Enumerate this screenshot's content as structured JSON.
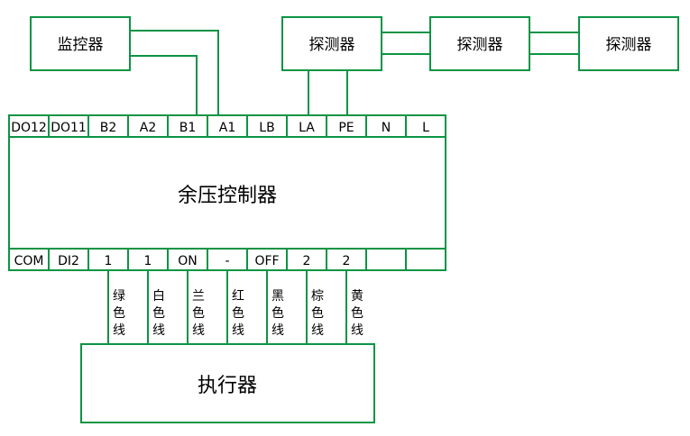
{
  "colors": {
    "line": "#0b9444",
    "text": "#000000"
  },
  "devices": {
    "monitor": "监控器",
    "detector_1": "探测器",
    "detector_2": "探测器",
    "detector_3": "探测器",
    "controller": "余压控制器",
    "actuator": "执行器"
  },
  "top_terminals": [
    "DO12",
    "DO11",
    "B2",
    "A2",
    "B1",
    "A1",
    "LB",
    "LA",
    "PE",
    "N",
    "L"
  ],
  "bottom_terminals": [
    "COM",
    "DI2",
    "1",
    "1",
    "ON",
    "-",
    "OFF",
    "2",
    "2",
    "",
    ""
  ],
  "wire_labels": [
    "绿色线",
    "白色线",
    "兰色线",
    "红色线",
    "黑色线",
    "棕色线",
    "黄色线"
  ]
}
